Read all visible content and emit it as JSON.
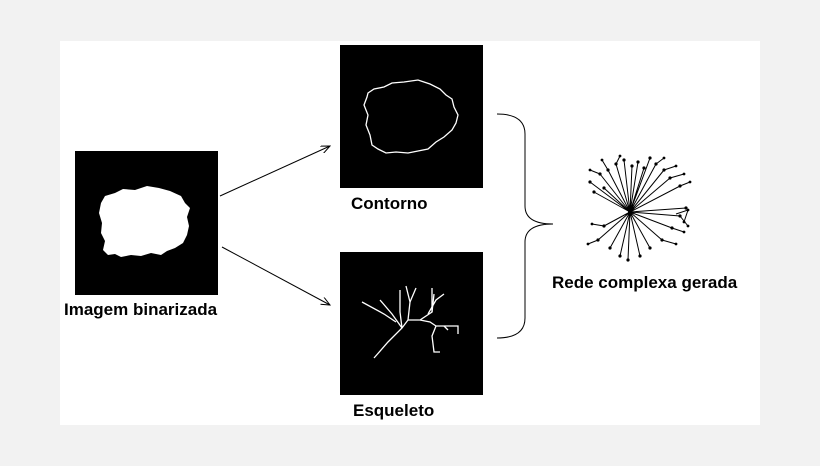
{
  "labels": {
    "binarized": "Imagem binarizada",
    "contour": "Contorno",
    "skeleton": "Esqueleto",
    "network": "Rede complexa gerada"
  },
  "colors": {
    "page_background": "#f2f2f2",
    "canvas": "#ffffff",
    "panel": "#000000",
    "foreground": "#ffffff",
    "stroke": "#000000"
  }
}
